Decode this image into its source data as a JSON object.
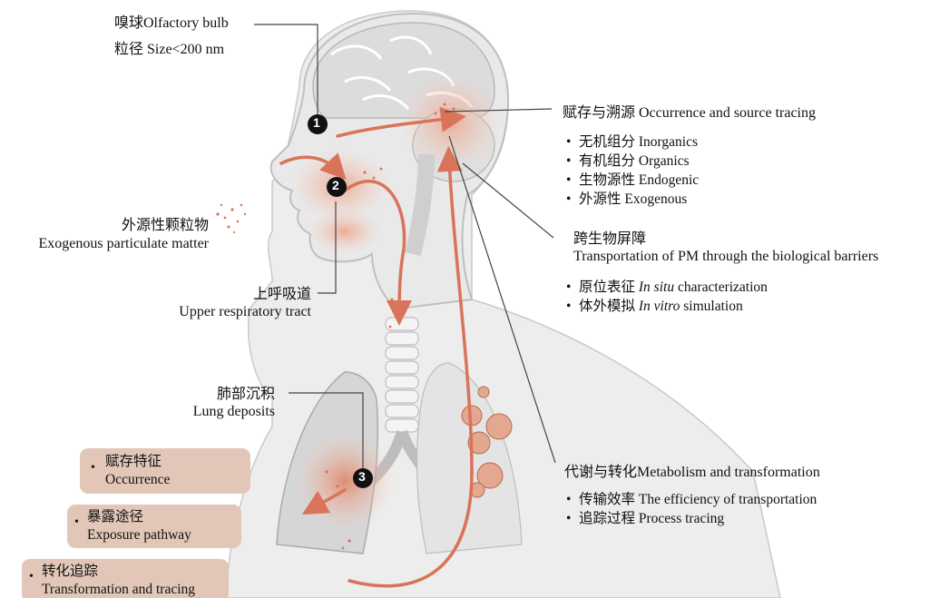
{
  "colors": {
    "head_fill": "#eaeaea",
    "outline": "#bdbdbd",
    "accent": "#d9735a",
    "accent_light": "#f3c9b8",
    "box_fill": "#e2c7b8",
    "line": "#444444"
  },
  "markers": [
    "1",
    "2",
    "3"
  ],
  "left_labels": {
    "olfactory_cn": "嗅球Olfactory bulb",
    "olfactory_size": "粒径 Size<200 nm",
    "exo_cn": "外源性颗粒物",
    "exo_en": "Exogenous particulate matter",
    "upper_cn": "上呼吸道",
    "upper_en": "Upper respiratory tract",
    "lung_cn": "肺部沉积",
    "lung_en": "Lung deposits"
  },
  "right_sections": {
    "occurrence": {
      "title": "赋存与溯源 Occurrence and source tracing",
      "items": [
        "无机组分 Inorganics",
        "有机组分 Organics",
        "生物源性 Endogenic",
        "外源性 Exogenous"
      ]
    },
    "barrier": {
      "title_cn": "跨生物屏障",
      "title_en": "Transportation of PM through the biological barriers",
      "item1_cn": "原位表征 ",
      "item1_it": "In situ",
      "item1_rest": " characterization",
      "item2_cn": "体外模拟 ",
      "item2_it": "In vitro",
      "item2_rest": " simulation"
    },
    "metabolism": {
      "title": "代谢与转化Metabolism and transformation",
      "items": [
        "传输效率 The efficiency of transportation",
        "追踪过程 Process tracing"
      ]
    }
  },
  "legend_boxes": [
    {
      "cn": "赋存特征",
      "en": "Occurrence"
    },
    {
      "cn": "暴露途径",
      "en": "Exposure pathway"
    },
    {
      "cn": "转化追踪",
      "en": "Transformation and tracing"
    }
  ],
  "bullet": "•"
}
